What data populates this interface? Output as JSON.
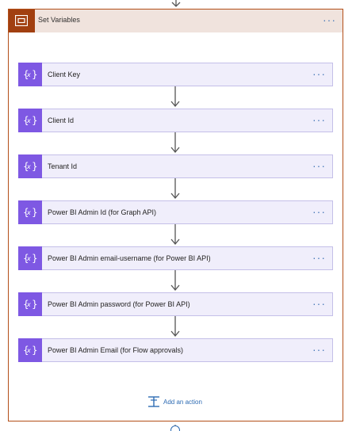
{
  "scope": {
    "title": "Set Variables",
    "more_label": "···",
    "color_header_bg": "#f0e3dd",
    "color_accent": "#a13f10",
    "icon": "scope-icon"
  },
  "actions": [
    {
      "label": "Client Key",
      "more_label": "···",
      "icon": "variable-icon"
    },
    {
      "label": "Client Id",
      "more_label": "···",
      "icon": "variable-icon"
    },
    {
      "label": "Tenant Id",
      "more_label": "···",
      "icon": "variable-icon"
    },
    {
      "label": "Power BI Admin Id (for Graph API)",
      "more_label": "···",
      "icon": "variable-icon"
    },
    {
      "label": "Power BI Admin email-username (for Power BI API)",
      "more_label": "···",
      "icon": "variable-icon"
    },
    {
      "label": "Power BI Admin password (for Power BI API)",
      "more_label": "···",
      "icon": "variable-icon"
    },
    {
      "label": "Power BI Admin Email (for Flow approvals)",
      "more_label": "···",
      "icon": "variable-icon"
    }
  ],
  "add_action": {
    "label": "Add an action",
    "icon": "add-action-icon"
  },
  "colors": {
    "variable_icon_bg": "#7e58e3",
    "action_bg": "#f0eefb",
    "link": "#2d6bb3"
  }
}
